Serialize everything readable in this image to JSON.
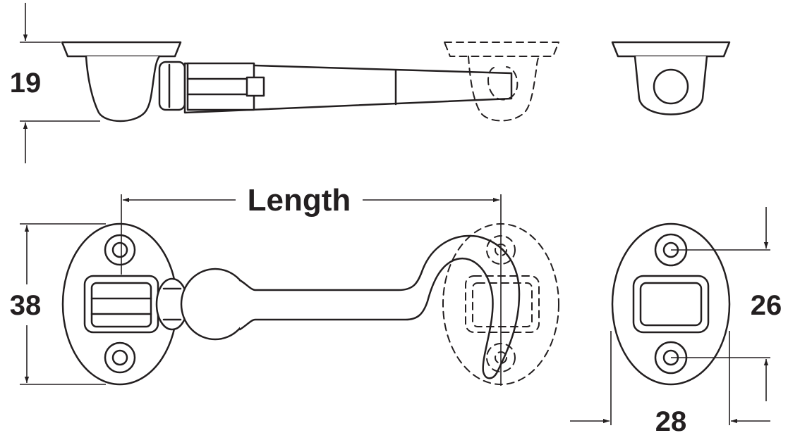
{
  "dimensions": {
    "side_height": "19",
    "length": "Length",
    "plate_height": "38",
    "hole_spacing": "26",
    "plate_width": "28"
  },
  "colors": {
    "line": "#231f20",
    "background": "#ffffff"
  }
}
